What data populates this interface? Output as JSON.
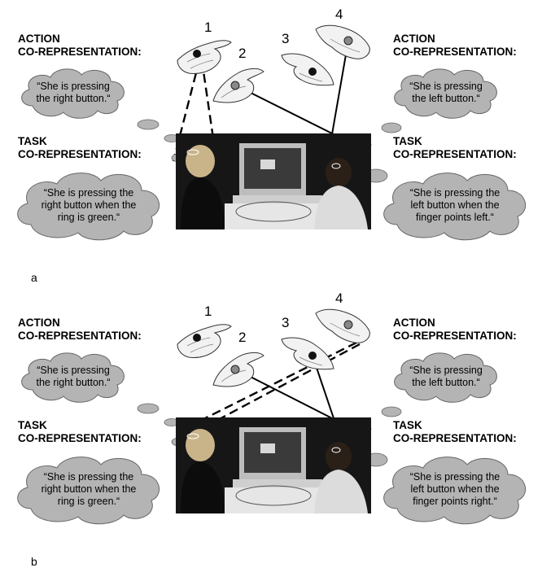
{
  "panels": [
    {
      "label": "a",
      "hand_numbers": [
        "1",
        "2",
        "3",
        "4"
      ],
      "left_action_heading": "ACTION\nCO-REPRESENTATION:",
      "right_action_heading": "ACTION\nCO-REPRESENTATION:",
      "left_task_heading": "TASK\nCO-REPRESENTATION:",
      "right_task_heading": "TASK\nCO-REPRESENTATION:",
      "left_action_thought": "“She is pressing\nthe right button.“",
      "right_action_thought": "“She is pressing\nthe left button.“",
      "left_task_thought": "“She is pressing the\nright button when the\nring is green.“",
      "right_task_thought": "“She is pressing the\nleft button when the\nfinger points left.“"
    },
    {
      "label": "b",
      "hand_numbers": [
        "1",
        "2",
        "3",
        "4"
      ],
      "left_action_heading": "ACTION\nCO-REPRESENTATION:",
      "right_action_heading": "ACTION\nCO-REPRESENTATION:",
      "left_task_heading": "TASK\nCO-REPRESENTATION:",
      "right_task_heading": "TASK\nCO-REPRESENTATION:",
      "left_action_thought": "“She is pressing\nthe right button.“",
      "right_action_thought": "“She is pressing\nthe left button.“",
      "left_task_thought": "“She is pressing the\nright button when the\nring is green.“",
      "right_task_thought": "“She is pressing the\nleft button when the\nfinger points right.“"
    }
  ],
  "colors": {
    "cloud_fill": "#b4b4b4",
    "cloud_stroke": "#666666",
    "line": "#000000",
    "photo_bg": "#161616"
  }
}
